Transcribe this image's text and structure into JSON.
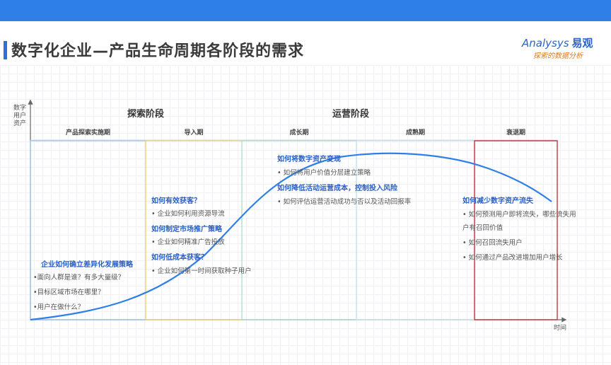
{
  "title": "数字化企业—产品生命周期各阶段的需求",
  "logo": {
    "brand": "nalysys",
    "brand_mark": "A",
    "brand_cn": "易观",
    "tagline": "探索的数据分析"
  },
  "axes": {
    "y_label": "数字用户资产",
    "x_label": "时间"
  },
  "phases": [
    {
      "label": "探索阶段"
    },
    {
      "label": "运营阶段"
    }
  ],
  "stages": [
    {
      "label": "产品探索实施期",
      "color": "#9cc3ef"
    },
    {
      "label": "导入期",
      "color": "#f0d070"
    },
    {
      "label": "成长期",
      "color": "#a8dcd0"
    },
    {
      "label": "成熟期",
      "color": "#c8e4f4"
    },
    {
      "label": "衰退期",
      "color": "#c0393b"
    }
  ],
  "blocks": {
    "explore": {
      "q1": "企业如何确立差异化发展策略",
      "b1": "•面向人群是谁？有多大量级？",
      "b2": "•目标区域市场在哪里？",
      "b3": "•用户在做什么？"
    },
    "intro": {
      "q1": "如何有效获客？",
      "b1": "•  企业如何利用资源导流",
      "q2": "如何制定市场推广策略",
      "b2": "•  企业如何精准广告投放",
      "q3": "如何低成本获客？",
      "b3": "•  企业如何第一时间获取种子用户"
    },
    "growth": {
      "q1": "如何将数字资产变现",
      "b1": "•  如何将用户价值分层建立策略",
      "q2": "如何降低活动运营成本，控制投入风险",
      "b2": "•  如何评估运营活动成功与否以及活动回报率"
    },
    "decline": {
      "q1": "如何减少数字资产流失",
      "b1a": "•  如何预测用户即将流失，哪些流失用",
      "b1b": "   户有召回价值",
      "b2": "•  如何召回流失用户",
      "b3": "•  如何通过产品改进增加用户增长"
    }
  },
  "colors": {
    "accent": "#2f7fe8",
    "curve": "#2f7fe8",
    "question": "#2a5fc4"
  }
}
